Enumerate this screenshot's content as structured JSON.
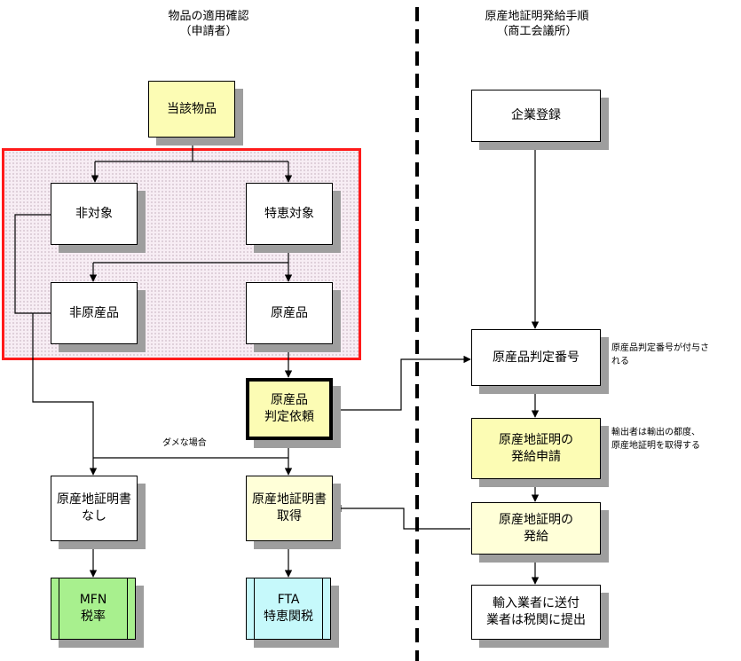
{
  "headers": {
    "left_title": "物品の適用確認",
    "left_sub": "（申請者）",
    "right_title": "原産地証明発給手順",
    "right_sub": "（商工会議所）"
  },
  "nodes": {
    "goods": "当該物品",
    "not_target": "非対象",
    "preferential_target": "特恵対象",
    "non_origin": "非原産品",
    "origin": "原産品",
    "judgment_request": "原産品\n判定依頼",
    "no_certificate": "原産地証明書\nなし",
    "certificate_obtained": "原産地証明書\n取得",
    "mfn": "MFN\n税率",
    "fta": "FTA\n特恵関税",
    "company_registration": "企業登録",
    "judgment_number": "原産品判定番号",
    "certificate_application": "原産地証明の\n発給申請",
    "certificate_issue": "原産地証明の\n発給",
    "send_to_importer": "輸入業者に送付\n業者は税関に提出"
  },
  "notes": {
    "rejected": "ダメな場合",
    "number_assigned": "原産品判定番号が付与さ\nれる",
    "exporter_acquires": "輸出者は輸出の都度、\n原産地証明を取得する"
  },
  "colors": {
    "highlight_border": "#ff1a1a",
    "region_fill": "#f7edf4",
    "yellow": "#fcfcb4",
    "light_yellow": "#ffffd8",
    "green": "#a8f08e",
    "cyan": "#c6f9fb",
    "shadow": "#9e9e9e"
  }
}
